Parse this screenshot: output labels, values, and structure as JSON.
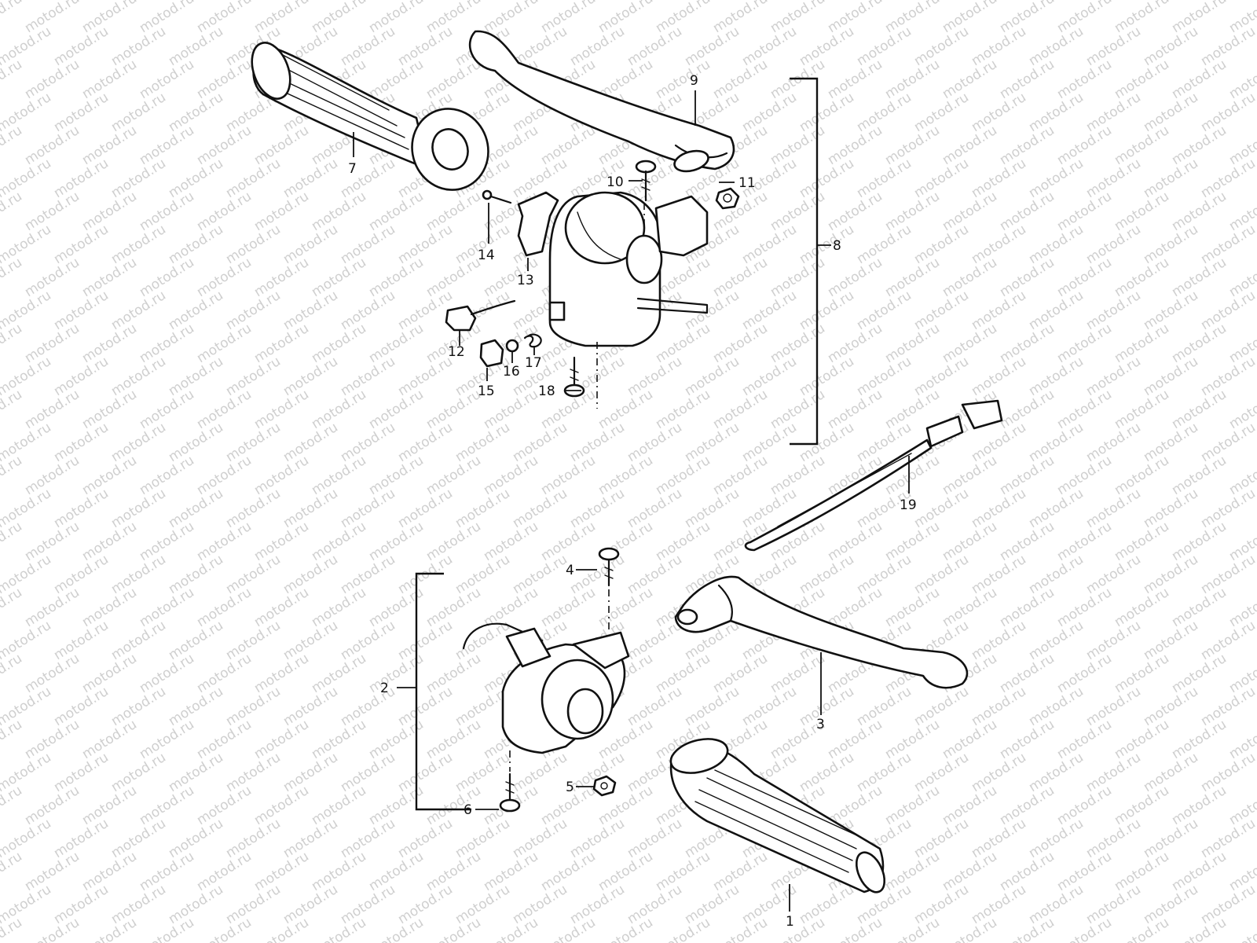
{
  "watermark": {
    "text": "motod.ru"
  },
  "callouts": {
    "c1": "1",
    "c2": "2",
    "c3": "3",
    "c4": "4",
    "c5": "5",
    "c6": "6",
    "c7": "7",
    "c8": "8",
    "c9": "9",
    "c10": "10",
    "c11": "11",
    "c12": "12",
    "c13": "13",
    "c14": "14",
    "c15": "15",
    "c16": "16",
    "c17": "17",
    "c18": "18",
    "c19": "19"
  },
  "colors": {
    "ink": "#111111",
    "watermark": "#cfcfcf",
    "background": "#ffffff"
  }
}
